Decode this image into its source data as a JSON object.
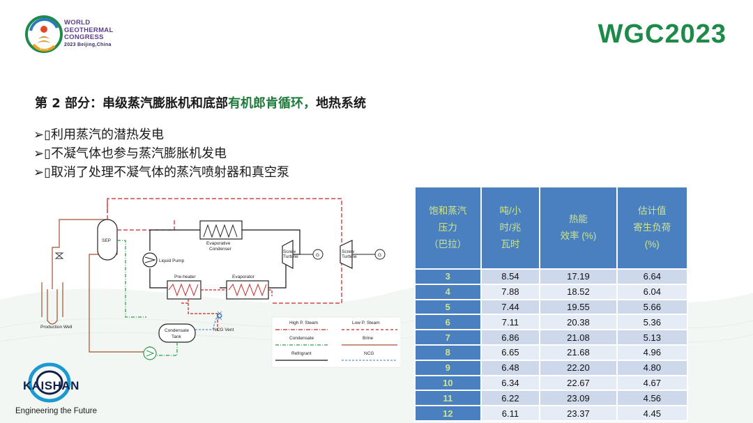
{
  "header": {
    "logo_lines": [
      "WORLD",
      "GEOTHERMAL",
      "CONGRESS"
    ],
    "logo_sub": "2023 Beijing,China",
    "logo_badge": "WGC",
    "brand": "WGC2023"
  },
  "slide": {
    "title_pre": "第 2 部分：串级蒸汽膨胀机和底部",
    "title_accent": "有机郎肯循环，",
    "title_post": "地热系统",
    "bullets": [
      "➢▯利用蒸汽的潜热发电",
      "➢▯不凝气体也参与蒸汽膨胀机发电",
      "➢▯取消了处理不凝气体的蒸汽喷射器和真空泵"
    ]
  },
  "diagram": {
    "sep": "SEP",
    "production_well": "Production Well",
    "liquid_pump": "Liquid Pump",
    "evap_condenser": [
      "Evaporative",
      "Condenser"
    ],
    "preheater": "Pre-heater",
    "evaporator": "Evaporator",
    "screw_turbine_1": [
      "Screw",
      "Turbine"
    ],
    "screw_turbine_2": [
      "Screw",
      "Turbine"
    ],
    "generator": "G",
    "condensate_tank": [
      "Condensate",
      "Tank"
    ],
    "ncg_vent": "NCG Vent",
    "legend": {
      "high_steam": "High P. Steam",
      "low_steam": "Low P. Steam",
      "condensate": "Condensate",
      "brine": "Brine",
      "refrigrant": "Refrigrant",
      "ncg": "NCG"
    }
  },
  "table": {
    "headers": [
      [
        "饱和蒸汽",
        "压力",
        "（巴拉）"
      ],
      [
        "吨/小",
        "时/兆",
        "瓦时"
      ],
      [
        "热能",
        "效率 (%)"
      ],
      [
        "估计值",
        "寄生负荷",
        "(%)"
      ]
    ],
    "rows": [
      [
        "3",
        "8.54",
        "17.19",
        "6.64"
      ],
      [
        "4",
        "7.88",
        "18.52",
        "6.04"
      ],
      [
        "5",
        "7.44",
        "19.55",
        "5.66"
      ],
      [
        "6",
        "7.11",
        "20.38",
        "5.36"
      ],
      [
        "7",
        "6.86",
        "21.08",
        "5.13"
      ],
      [
        "8",
        "6.65",
        "21.68",
        "4.96"
      ],
      [
        "9",
        "6.48",
        "22.20",
        "4.80"
      ],
      [
        "10",
        "6.34",
        "22.67",
        "4.67"
      ],
      [
        "11",
        "6.22",
        "23.09",
        "4.56"
      ],
      [
        "12",
        "6.11",
        "23.37",
        "4.45"
      ]
    ]
  },
  "footer": {
    "company": "KAISHAN",
    "tagline": "Engineering the Future"
  },
  "colors": {
    "brand_green": "#1e8a4a",
    "table_header": "#4a7fc0",
    "table_header_text": "#cfe58a",
    "high_steam": "#cc2222",
    "condensate": "#2a9a4a",
    "brine": "#a0522d",
    "ncg": "#3a7ac0"
  }
}
